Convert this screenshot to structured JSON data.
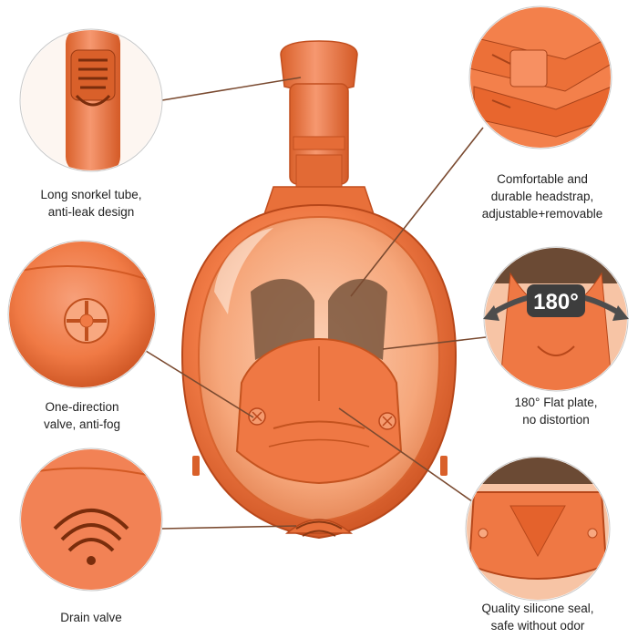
{
  "captions": {
    "snorkel_tube": [
      "Long snorkel tube,",
      "anti-leak design"
    ],
    "headstrap": [
      "Comfortable and",
      "durable headstrap,",
      "adjustable+removable"
    ],
    "valve": [
      "One-direction",
      "valve, anti-fog"
    ],
    "flat_plate": [
      "180° Flat plate,",
      "no distortion"
    ],
    "drain_valve": [
      "Drain valve"
    ],
    "silicone_seal": [
      "Quality silicone seal,",
      "safe without odor"
    ]
  },
  "badge": {
    "angle_label": "180°"
  },
  "colors": {
    "mask_orange": "#f07a45",
    "mask_dark": "#c9501f",
    "lens_tint": "#f6a77b",
    "strap_brown": "#6b4a34",
    "leader_line": "#7a4a30"
  }
}
